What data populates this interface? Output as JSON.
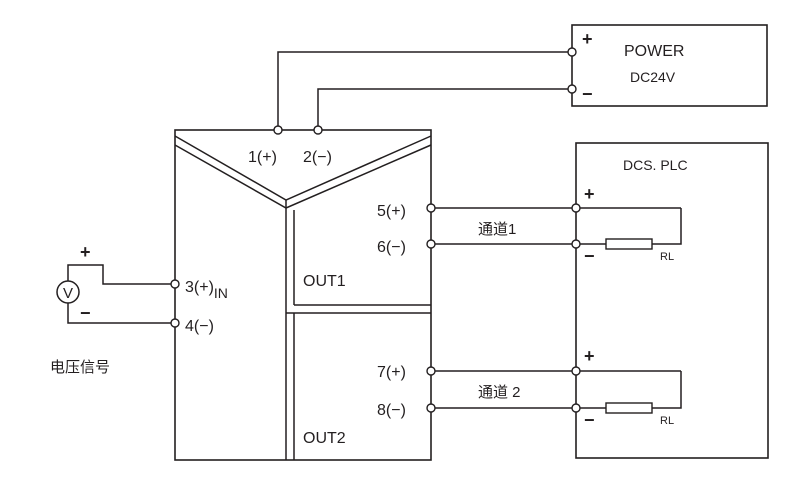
{
  "power": {
    "title": "POWER",
    "voltage": "DC24V",
    "plus": "+",
    "minus": "−"
  },
  "supply_terminals": {
    "plus": "1(+)",
    "minus": "2(−)"
  },
  "input": {
    "t3": "3(+)",
    "t3_sub": "IN",
    "t4": "4(−)",
    "meter": "V",
    "plus": "+",
    "minus": "−",
    "caption": "电压信号"
  },
  "out1": {
    "label": "OUT1",
    "t5": "5(+)",
    "t6": "6(−)",
    "channel": "通道1"
  },
  "out2": {
    "label": "OUT2",
    "t7": "7(+)",
    "t8": "8(−)",
    "channel": "通道 2"
  },
  "dcs": {
    "title": "DCS. PLC",
    "ch1": {
      "plus": "+",
      "minus": "−",
      "load": "RL"
    },
    "ch2": {
      "plus": "+",
      "minus": "−",
      "load": "RL"
    }
  }
}
